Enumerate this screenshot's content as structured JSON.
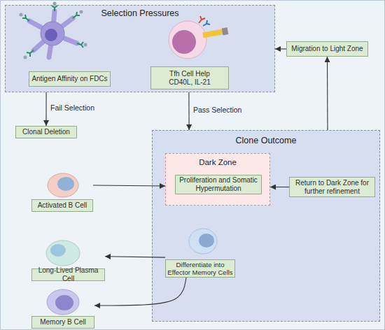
{
  "diagram": {
    "nodes": [
      {
        "text": [
          "Selection Pressures"
        ]
      },
      {
        "text": [
          "Antigen Affinity on FDCs"
        ],
        "in": 0
      },
      {
        "text": [
          "Tfh Cell Help CD40L, IL-21"
        ],
        "in": 0
      },
      {
        "text": [
          "Migration to Light Zone"
        ]
      },
      {
        "text": [
          "Clonal Deletion"
        ]
      },
      {
        "text": [
          "Clone Outcome"
        ]
      },
      {
        "text": [
          "Dark Zone"
        ],
        "in": 5
      },
      {
        "text": [
          "Proliferation and Somatic Hypermutation"
        ],
        "in": 6
      },
      {
        "text": [
          "Return to Dark Zone for further refinement"
        ],
        "in": 5
      },
      {
        "text": [
          "Activated B Cell"
        ]
      },
      {
        "text": [
          "Long-Lived Plasma Cell"
        ]
      },
      {
        "text": [
          "Differentiate into Effector Memory Cells"
        ],
        "in": 5
      },
      {
        "text": [
          "Memory B Cell"
        ]
      }
    ],
    "edges": [
      {
        "from": 5,
        "to": 3,
        "arrow": "to"
      },
      {
        "from": 3,
        "to": 0,
        "arrow": "to"
      },
      {
        "from": 0,
        "to": 4,
        "label": "Fail Selection",
        "arrow": "to"
      },
      {
        "from": 0,
        "to": 5,
        "label": "Pass Selection",
        "arrow": "to"
      },
      {
        "from": 8,
        "to": 6,
        "arrow": "to"
      },
      {
        "from": 9,
        "to": 6,
        "arrow": "to"
      },
      {
        "from": 11,
        "to": 10,
        "arrow": "to"
      },
      {
        "from": 11,
        "to": 12,
        "arrow": "to"
      }
    ]
  }
}
